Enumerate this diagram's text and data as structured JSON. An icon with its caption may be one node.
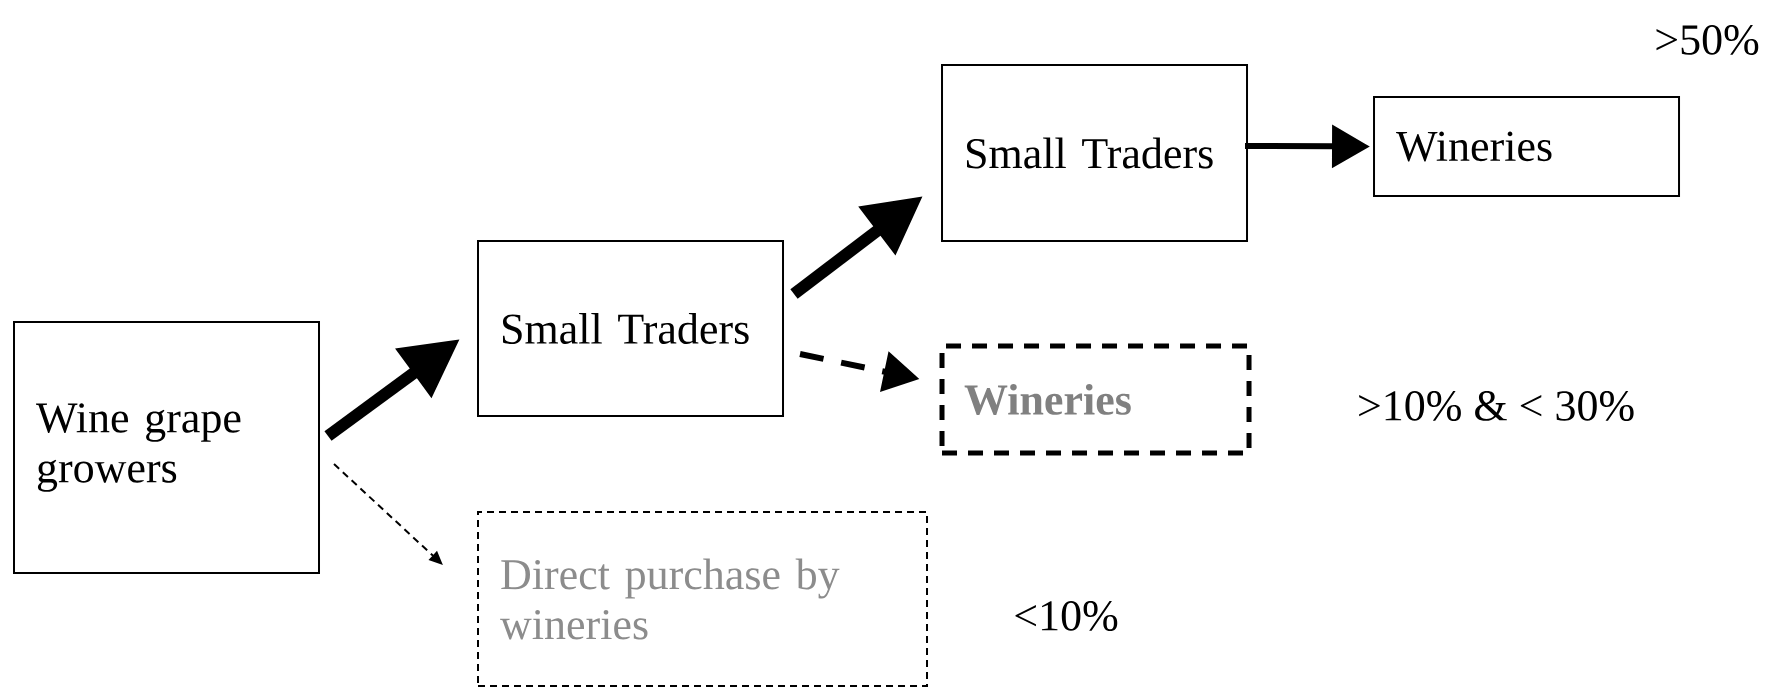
{
  "diagram": {
    "nodes": [
      {
        "text": [
          "Wine grape growers"
        ]
      },
      {
        "text": [
          "Small Traders"
        ]
      },
      {
        "text": [
          "Small Traders"
        ]
      },
      {
        "text": [
          "Wineries"
        ]
      },
      {
        "text": [
          "Wineries"
        ]
      },
      {
        "text": [
          "Direct purchase by wineries"
        ]
      }
    ],
    "edges": [
      {
        "from": 0,
        "to": 1,
        "arrow": "to",
        "style": "thick"
      },
      {
        "from": 1,
        "to": 2,
        "arrow": "to",
        "style": "thick"
      },
      {
        "from": 2,
        "to": 3,
        "arrow": "to"
      },
      {
        "from": 1,
        "to": 4,
        "arrow": "to",
        "style": "dashed"
      },
      {
        "from": 0,
        "to": 5,
        "arrow": "to",
        "style": "dashed"
      }
    ],
    "labels": [
      ">50%",
      ">10% & < 30%",
      "<10%"
    ]
  }
}
